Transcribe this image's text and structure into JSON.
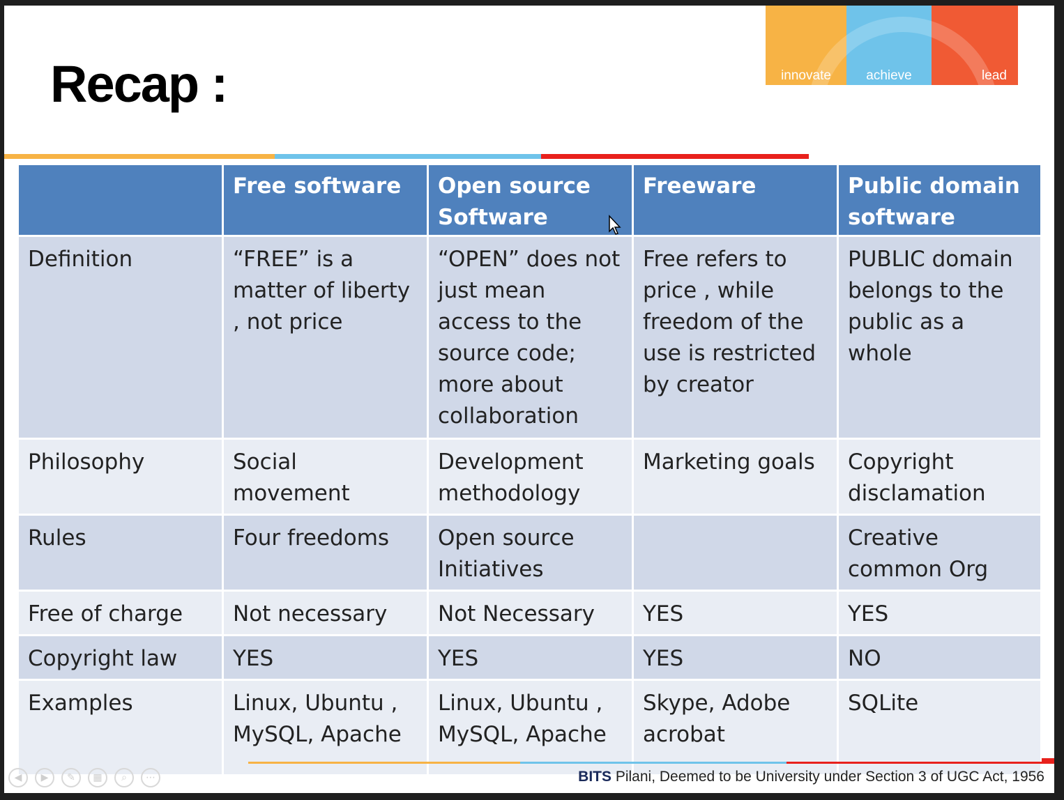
{
  "slide": {
    "title": "Recap :",
    "logo": {
      "labels": [
        "innovate",
        "achieve",
        "lead"
      ]
    },
    "footer": {
      "brand": "BITS",
      "text": " Pilani, Deemed to be University under Section 3 of UGC Act, 1956"
    }
  },
  "table": {
    "headers": [
      "",
      "Free software",
      "Open source Software",
      "Freeware",
      "Public domain software"
    ],
    "rows": [
      {
        "label": "Definition",
        "cells": [
          "“FREE” is a matter of liberty , not price",
          "“OPEN” does not just mean access to the source code; more about collaboration",
          "Free refers to price , while freedom of the use is restricted by creator",
          "PUBLIC domain belongs to the public as a whole"
        ]
      },
      {
        "label": "Philosophy",
        "cells": [
          "Social movement",
          "Development methodology",
          "Marketing goals",
          "Copyright disclamation"
        ]
      },
      {
        "label": "Rules",
        "cells": [
          "Four freedoms",
          "Open source Initiatives",
          "",
          "Creative common Org"
        ]
      },
      {
        "label": "Free of charge",
        "cells": [
          "Not necessary",
          "Not Necessary",
          "YES",
          "YES"
        ]
      },
      {
        "label": "Copyright law",
        "cells": [
          "YES",
          "YES",
          "YES",
          "NO"
        ]
      },
      {
        "label": "Examples",
        "cells": [
          "Linux, Ubuntu , MySQL, Apache",
          "Linux, Ubuntu , MySQL, Apache",
          "Skype, Adobe acrobat",
          "SQLite"
        ]
      }
    ]
  },
  "colors": {
    "header_blue": "#4f81bd",
    "band_dark": "#d0d8e8",
    "band_light": "#e9edf4",
    "orange": "#f7b345",
    "sky": "#6fc3ea",
    "red": "#e8211c"
  },
  "nav_icons": [
    "back-icon",
    "forward-icon",
    "pen-icon",
    "slides-icon",
    "zoom-icon",
    "more-icon"
  ]
}
